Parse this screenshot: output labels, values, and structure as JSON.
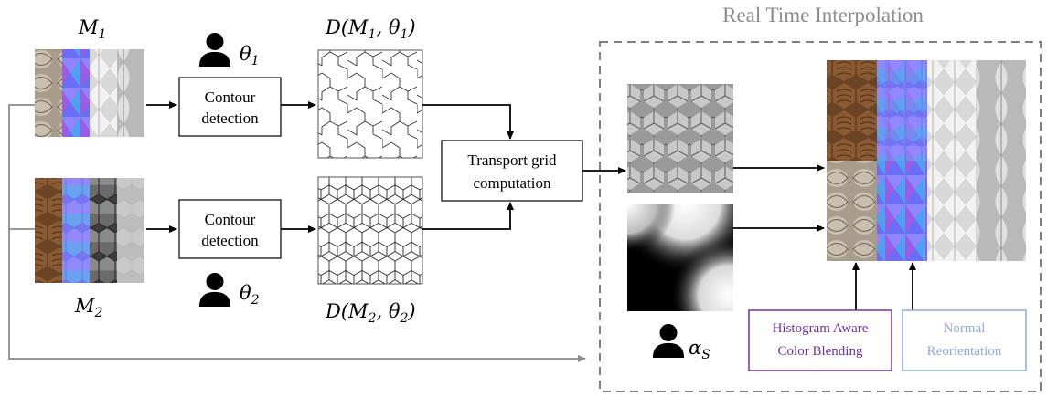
{
  "labels": {
    "m1": "M",
    "m1_sub": "1",
    "m2": "M",
    "m2_sub": "2",
    "theta1": "θ",
    "theta1_sub": "1",
    "theta2": "θ",
    "theta2_sub": "2",
    "d1_pre": "D(M",
    "d1_sub1": "1",
    "d1_mid": ", θ",
    "d1_sub2": "1",
    "d1_post": ")",
    "d2_pre": "D(M",
    "d2_sub1": "2",
    "d2_mid": ", θ",
    "d2_sub2": "2",
    "d2_post": ")",
    "alpha": "α",
    "alpha_sub": "S"
  },
  "boxes": {
    "contour1_line1": "Contour",
    "contour1_line2": "detection",
    "contour2_line1": "Contour",
    "contour2_line2": "detection",
    "transport_line1": "Transport grid",
    "transport_line2": "computation",
    "histogram_line1": "Histogram Aware",
    "histogram_line2": "Color Blending",
    "normal_line1": "Normal",
    "normal_line2": "Reorientation"
  },
  "panel": {
    "title": "Real Time Interpolation"
  },
  "colors": {
    "arrow": "#000000",
    "feedback_arrow": "#8a8a8a",
    "panel_border": "#7f7f7f",
    "panel_title": "#8c8c8c",
    "histogram_text": "#7030a0",
    "histogram_border": "#7030a0",
    "normal_text": "#8faadc",
    "normal_border": "#8faadc"
  },
  "icons": [
    "user-icon-theta1",
    "user-icon-theta2",
    "user-icon-alpha"
  ]
}
